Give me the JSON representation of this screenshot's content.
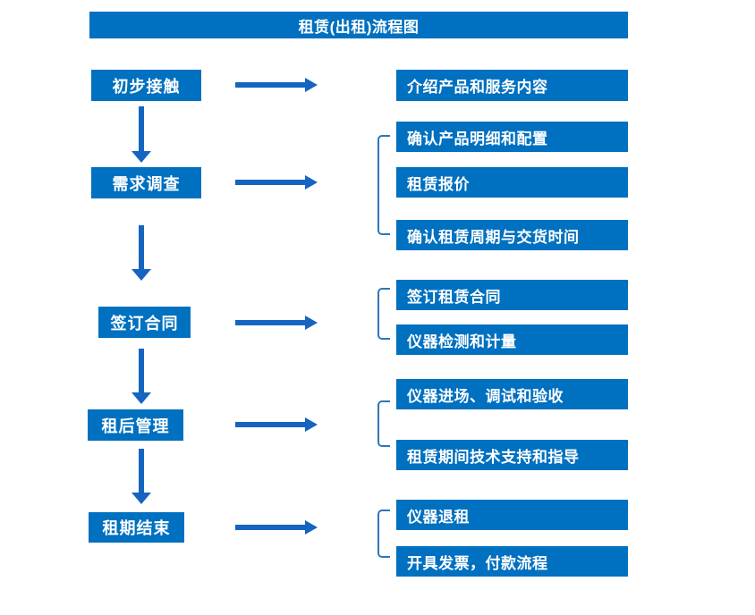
{
  "title": "租赁(出租)流程图",
  "colors": {
    "box_blue": "#0070C0",
    "arrow_blue": "#1565C0",
    "bracket_blue": "#2E75B6",
    "background": "#FFFFFF"
  },
  "steps": [
    {
      "label": "初步接触",
      "details": [
        "介绍产品和服务内容"
      ]
    },
    {
      "label": "需求调查",
      "details": [
        "确认产品明细和配置",
        "租赁报价",
        "确认租赁周期与交货时间"
      ]
    },
    {
      "label": "签订合同",
      "details": [
        "签订租赁合同",
        "仪器检测和计量"
      ]
    },
    {
      "label": "租后管理",
      "details": [
        "仪器进场、调试和验收",
        "租赁期间技术支持和指导"
      ]
    },
    {
      "label": "租期结束",
      "details": [
        "仪器退租",
        "开具发票，付款流程"
      ]
    }
  ]
}
